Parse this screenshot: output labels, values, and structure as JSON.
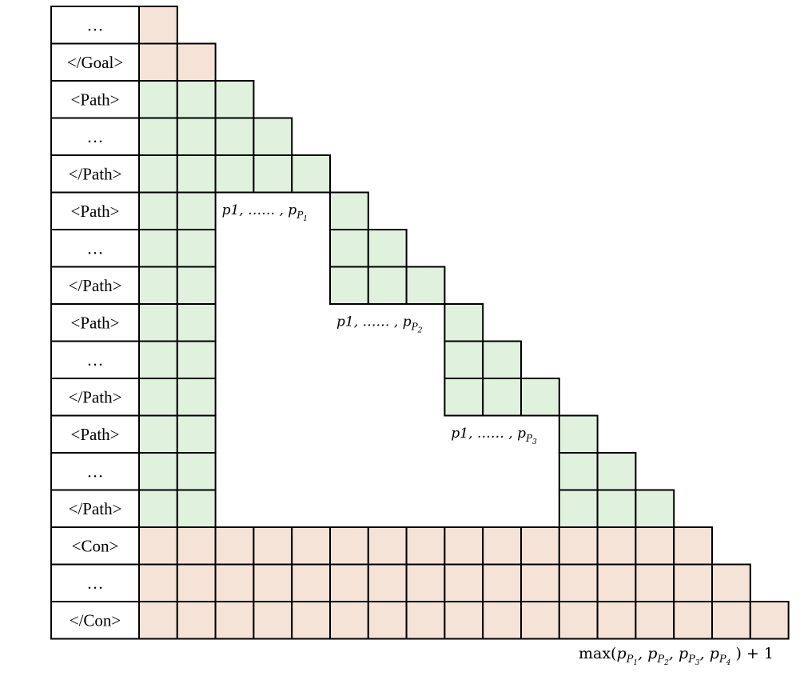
{
  "rows": [
    {
      "label": "…",
      "kind": "goal",
      "start": 0,
      "end": 1
    },
    {
      "label": "</Goal>",
      "kind": "goal",
      "start": 0,
      "end": 2
    },
    {
      "label": "<Path>",
      "kind": "path",
      "start": 0,
      "end": 3
    },
    {
      "label": "…",
      "kind": "path",
      "start": 0,
      "end": 4
    },
    {
      "label": "</Path>",
      "kind": "path",
      "start": 0,
      "end": 5
    },
    {
      "label": "<Path>",
      "kind": "path",
      "start": 0,
      "end": 2,
      "extra": [
        5,
        6
      ]
    },
    {
      "label": "…",
      "kind": "path",
      "start": 0,
      "end": 2,
      "extra": [
        5,
        7
      ]
    },
    {
      "label": "</Path>",
      "kind": "path",
      "start": 0,
      "end": 2,
      "extra": [
        5,
        8
      ]
    },
    {
      "label": "<Path>",
      "kind": "path",
      "start": 0,
      "end": 2,
      "extra": [
        8,
        9
      ]
    },
    {
      "label": "…",
      "kind": "path",
      "start": 0,
      "end": 2,
      "extra": [
        8,
        10
      ]
    },
    {
      "label": "</Path>",
      "kind": "path",
      "start": 0,
      "end": 2,
      "extra": [
        8,
        11
      ]
    },
    {
      "label": "<Path>",
      "kind": "path",
      "start": 0,
      "end": 2,
      "extra": [
        11,
        12
      ]
    },
    {
      "label": "…",
      "kind": "path",
      "start": 0,
      "end": 2,
      "extra": [
        11,
        13
      ]
    },
    {
      "label": "</Path>",
      "kind": "path",
      "start": 0,
      "end": 2,
      "extra": [
        11,
        14
      ]
    },
    {
      "label": "<Con>",
      "kind": "con",
      "start": 0,
      "end": 15
    },
    {
      "label": "…",
      "kind": "con",
      "start": 0,
      "end": 16
    },
    {
      "label": "</Con>",
      "kind": "con",
      "start": 0,
      "end": 17
    }
  ],
  "annotations": [
    {
      "name": "p-range-1",
      "text": "p1, …… , p",
      "sub": "P",
      "subsub": "1",
      "row": 5,
      "col": 2
    },
    {
      "name": "p-range-2",
      "text": "p1, …… , p",
      "sub": "P",
      "subsub": "2",
      "row": 8,
      "col": 5
    },
    {
      "name": "p-range-3",
      "text": "p1, …… , p",
      "sub": "P",
      "subsub": "3",
      "row": 11,
      "col": 8
    }
  ],
  "bottom_formula": {
    "fn": "max(",
    "terms": [
      "1",
      "2",
      "3",
      "4"
    ],
    "tail": ") + 1"
  },
  "colors": {
    "goal": "#f6e3d8",
    "path": "#e0f1de",
    "con": "#f6e3d8",
    "border": "#000000",
    "label_bg": "#ffffff"
  }
}
